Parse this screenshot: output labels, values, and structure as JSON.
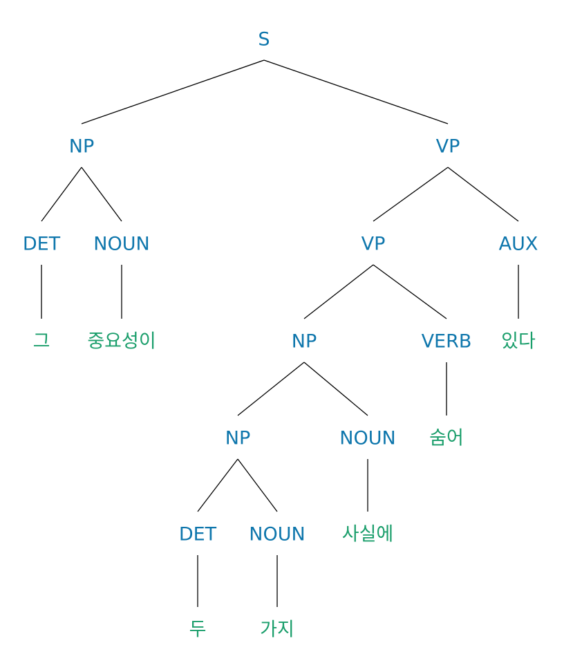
{
  "tree": {
    "colors": {
      "nonterminal": "#0E76AC",
      "terminal": "#1A9E6B",
      "edge": "#000000"
    },
    "nodes": [
      {
        "id": "s",
        "label": "S",
        "kind": "nonterminal"
      },
      {
        "id": "np1",
        "label": "NP",
        "kind": "nonterminal"
      },
      {
        "id": "vp1",
        "label": "VP",
        "kind": "nonterminal"
      },
      {
        "id": "det1",
        "label": "DET",
        "kind": "nonterminal"
      },
      {
        "id": "noun1",
        "label": "NOUN",
        "kind": "nonterminal"
      },
      {
        "id": "vp2",
        "label": "VP",
        "kind": "nonterminal"
      },
      {
        "id": "aux",
        "label": "AUX",
        "kind": "nonterminal"
      },
      {
        "id": "w_geu",
        "label": "그",
        "kind": "terminal"
      },
      {
        "id": "w_jungyoseongi",
        "label": "중요성이",
        "kind": "terminal"
      },
      {
        "id": "np2",
        "label": "NP",
        "kind": "nonterminal"
      },
      {
        "id": "verb",
        "label": "VERB",
        "kind": "nonterminal"
      },
      {
        "id": "w_itda",
        "label": "있다",
        "kind": "terminal"
      },
      {
        "id": "np3",
        "label": "NP",
        "kind": "nonterminal"
      },
      {
        "id": "noun2",
        "label": "NOUN",
        "kind": "nonterminal"
      },
      {
        "id": "w_sumeo",
        "label": "숨어",
        "kind": "terminal"
      },
      {
        "id": "det2",
        "label": "DET",
        "kind": "nonterminal"
      },
      {
        "id": "noun3",
        "label": "NOUN",
        "kind": "nonterminal"
      },
      {
        "id": "w_sasire",
        "label": "사실에",
        "kind": "terminal"
      },
      {
        "id": "w_du",
        "label": "두",
        "kind": "terminal"
      },
      {
        "id": "w_gaji",
        "label": "가지",
        "kind": "terminal"
      }
    ],
    "edges": [
      [
        "s",
        "np1"
      ],
      [
        "s",
        "vp1"
      ],
      [
        "np1",
        "det1"
      ],
      [
        "np1",
        "noun1"
      ],
      [
        "det1",
        "w_geu"
      ],
      [
        "noun1",
        "w_jungyoseongi"
      ],
      [
        "vp1",
        "vp2"
      ],
      [
        "vp1",
        "aux"
      ],
      [
        "aux",
        "w_itda"
      ],
      [
        "vp2",
        "np2"
      ],
      [
        "vp2",
        "verb"
      ],
      [
        "verb",
        "w_sumeo"
      ],
      [
        "np2",
        "np3"
      ],
      [
        "np2",
        "noun2"
      ],
      [
        "noun2",
        "w_sasire"
      ],
      [
        "np3",
        "det2"
      ],
      [
        "np3",
        "noun3"
      ],
      [
        "det2",
        "w_du"
      ],
      [
        "noun3",
        "w_gaji"
      ]
    ]
  }
}
